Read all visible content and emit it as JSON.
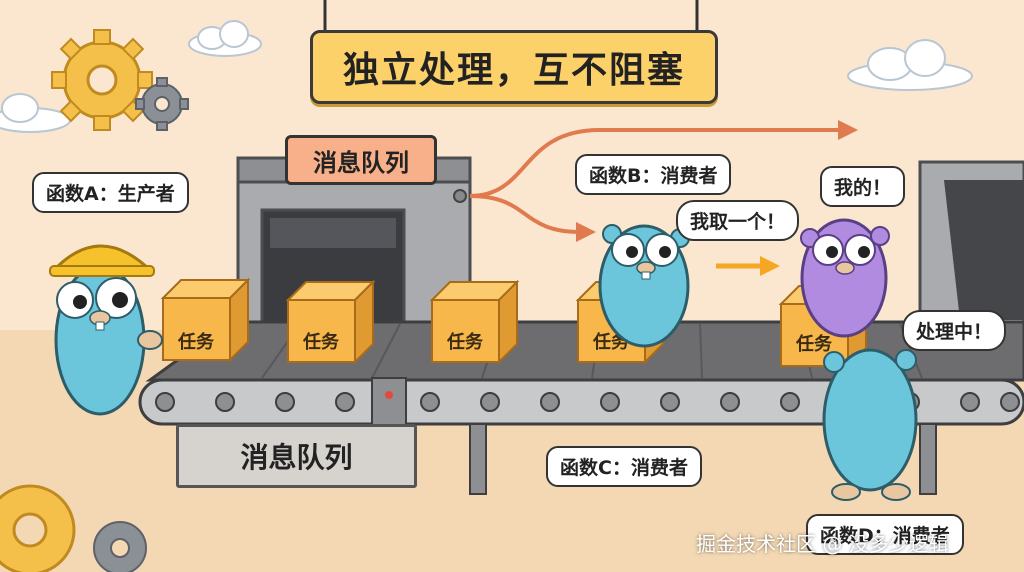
{
  "title": "独立处理，互不阻塞",
  "producer": {
    "label": "函数A：生产者"
  },
  "queue": {
    "sign": "消息队列",
    "base_label": "消息队列"
  },
  "tasks": [
    "任务",
    "任务",
    "任务",
    "任务",
    "任务"
  ],
  "consumers": {
    "b_label": "函数B：消费者",
    "b_speech": "我取一个！",
    "mine_speech": "我的！",
    "c_label": "函数C：消费者",
    "d_label": "函数D：消费者",
    "d_speech": "处理中！"
  },
  "watermark": "掘金技术社区 @ 没多少逻辑",
  "colors": {
    "background": "#fbe7cf",
    "title_sign": "#fcd16a",
    "queue_sign": "#f7b089",
    "box": "#f7b74a",
    "gopher_blue": "#6cc6db",
    "gopher_purple": "#b18be0",
    "hardhat": "#f6c22b",
    "belt": "#6d6d70"
  }
}
